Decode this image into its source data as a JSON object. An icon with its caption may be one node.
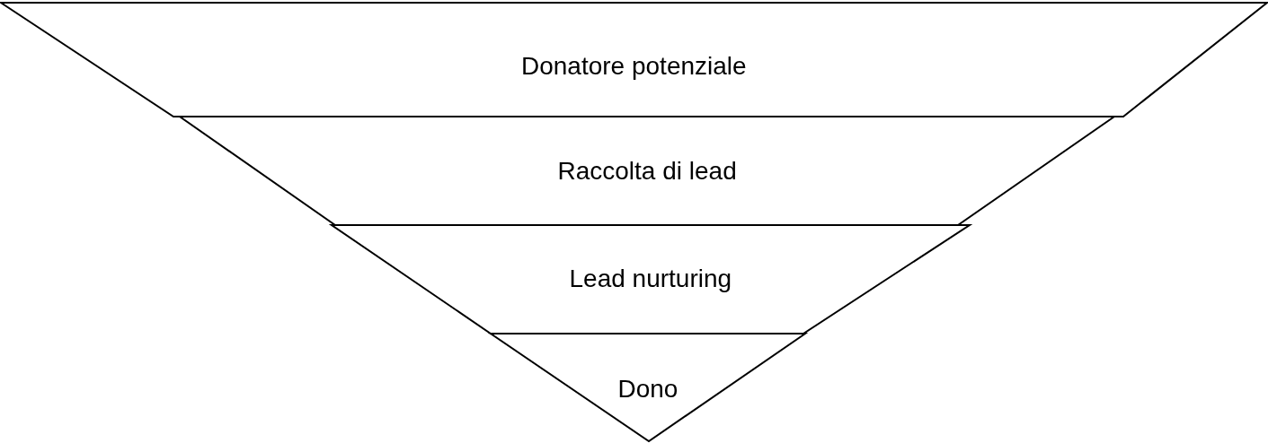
{
  "diagram": {
    "nodes": [
      {
        "text": [
          "Donatore potenziale"
        ]
      },
      {
        "text": [
          "Raccolta di lead"
        ]
      },
      {
        "text": [
          "Lead nurturing"
        ]
      },
      {
        "text": [
          "Dono"
        ]
      }
    ]
  }
}
